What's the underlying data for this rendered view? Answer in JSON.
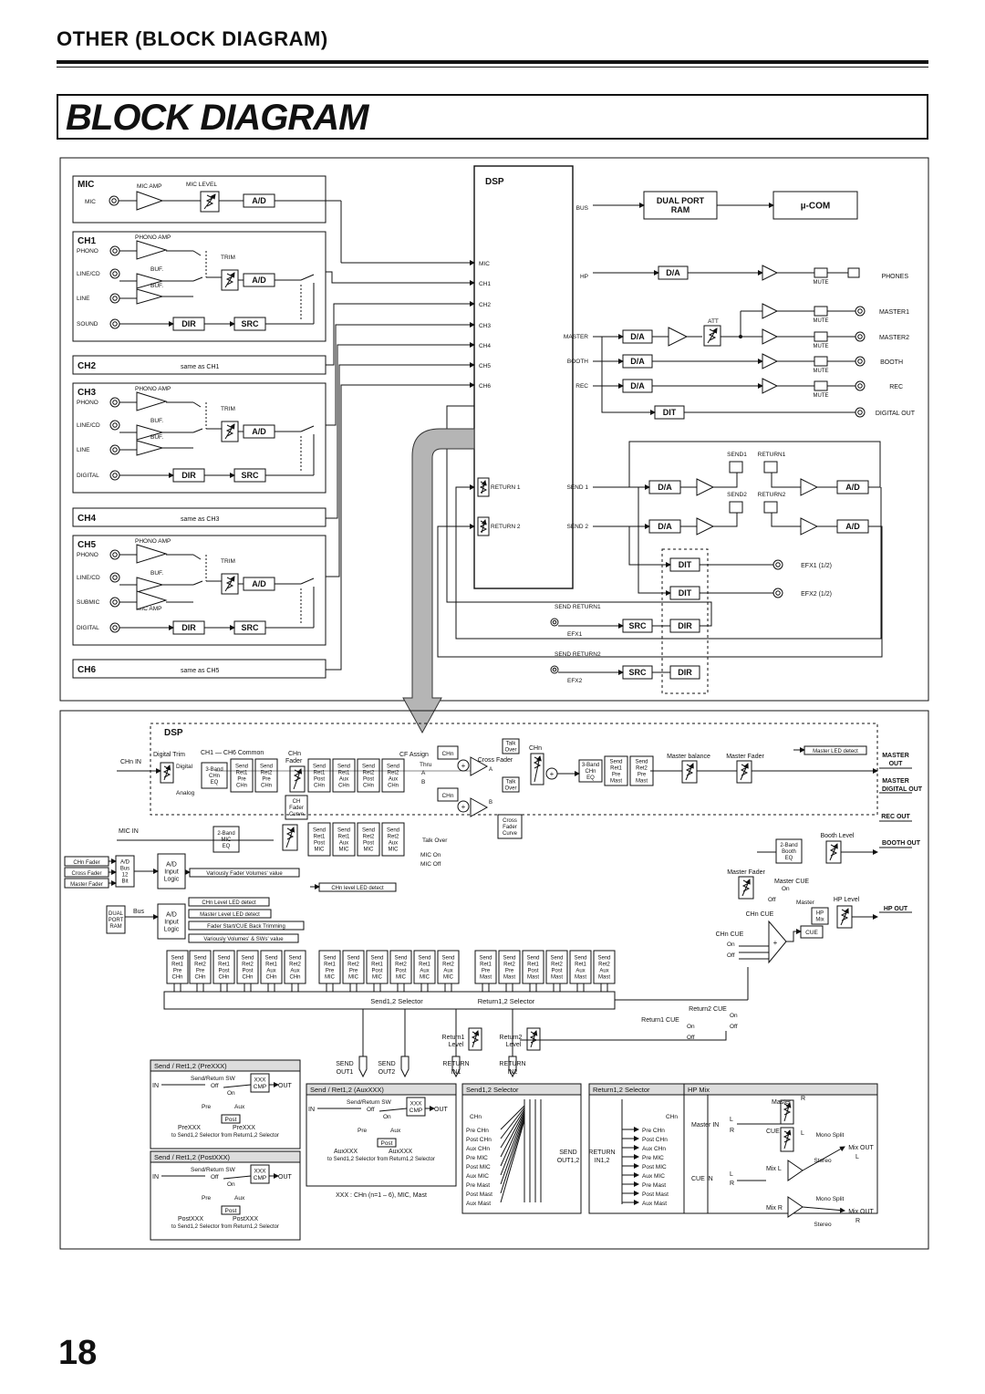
{
  "header": {
    "section": "OTHER (BLOCK DIAGRAM)",
    "title": "BLOCK DIAGRAM"
  },
  "page_number": "18",
  "upper": {
    "dsp": "DSP",
    "dual_port_ram": [
      "DUAL PORT",
      "RAM"
    ],
    "ucom": "µ-COM",
    "mic": {
      "name": "MIC",
      "input": "MIC",
      "amp": "MIC AMP",
      "level": "MIC LEVEL",
      "ad": "A/D"
    },
    "channels": [
      {
        "name": "CH1",
        "phono_amp": "PHONO AMP",
        "inputs": [
          "PHONO",
          "LINE/CD",
          "LINE",
          "SOUND"
        ],
        "buf": "BUF.",
        "trim": "TRIM",
        "ad": "A/D",
        "dir": "DIR",
        "src": "SRC"
      },
      {
        "name": "CH3",
        "phono_amp": "PHONO AMP",
        "inputs": [
          "PHONO",
          "LINE/CD",
          "LINE",
          "DIGITAL"
        ],
        "buf": "BUF.",
        "trim": "TRIM",
        "ad": "A/D",
        "dir": "DIR",
        "src": "SRC"
      },
      {
        "name": "CH5",
        "phono_amp": "PHONO AMP",
        "inputs": [
          "PHONO",
          "LINE/CD",
          "SUBMIC",
          "DIGITAL"
        ],
        "buf": "BUF.",
        "trim": "TRIM",
        "ad": "A/D",
        "dir": "DIR",
        "src": "SRC",
        "mic_amp": "MIC AMP"
      }
    ],
    "same_as": [
      {
        "name": "CH2",
        "text": "same as CH1"
      },
      {
        "name": "CH4",
        "text": "same as CH3"
      },
      {
        "name": "CH6",
        "text": "same as CH5"
      }
    ],
    "dsp_inputs": [
      "MIC",
      "CH1",
      "CH2",
      "CH3",
      "CH4",
      "CH5",
      "CH6"
    ],
    "dsp_outputs": [
      "BUS",
      "HP",
      "MASTER",
      "BOOTH",
      "REC",
      "SEND 1",
      "SEND 2"
    ],
    "dsp_returns": [
      "RETURN 1",
      "RETURN 2"
    ],
    "outputs": {
      "da": "D/A",
      "ad": "A/D",
      "dit": "DIT",
      "src": "SRC",
      "dir": "DIR",
      "att": "ATT",
      "mute": "MUTE",
      "phones": "PHONES",
      "master1": "MASTER1",
      "master2": "MASTER2",
      "booth": "BOOTH",
      "rec": "REC",
      "digital_out": "DIGITAL OUT",
      "send1": "SEND1",
      "return1": "RETURN1",
      "send2": "SEND2",
      "return2": "RETURN2",
      "efx1_12": "EFX1 (1/2)",
      "efx2_12": "EFX2 (1/2)",
      "send_return1": "SEND RETURN1",
      "send_return2": "SEND RETURN2",
      "efx1": "EFX1",
      "efx2": "EFX2"
    }
  },
  "lower": {
    "dsp": "DSP",
    "chn_in": "CHn IN",
    "mic_in": "MIC IN",
    "digital_trim": "Digital Trim",
    "ch_common": "CH1 — CH6 Common",
    "chn": "CHn",
    "fader": "Fader",
    "digital": "Digital",
    "analog": "Analog",
    "band3": [
      "3-Band",
      "CHn",
      "EQ"
    ],
    "band2": [
      "2-Band",
      "MIC",
      "EQ"
    ],
    "send_blocks_top": [
      [
        "Send",
        "Ret1",
        "Pre",
        "CHn"
      ],
      [
        "Send",
        "Ret2",
        "Pre",
        "CHn"
      ],
      [
        "Send",
        "Ret1",
        "Post",
        "CHn"
      ],
      [
        "Send",
        "Ret1",
        "Aux",
        "CHn"
      ],
      [
        "Send",
        "Ret2",
        "Post",
        "CHn"
      ],
      [
        "Send",
        "Ret2",
        "Aux",
        "CHn"
      ]
    ],
    "send_blocks_mic": [
      [
        "Send",
        "Ret1",
        "Post",
        "MIC"
      ],
      [
        "Send",
        "Ret1",
        "Aux",
        "MIC"
      ],
      [
        "Send",
        "Ret2",
        "Post",
        "MIC"
      ],
      [
        "Send",
        "Ret2",
        "Aux",
        "MIC"
      ]
    ],
    "ch_fader_curve": [
      "CH",
      "Fader",
      "Curve"
    ],
    "cross_fader_curve": [
      "Cross",
      "Fader",
      "Curve"
    ],
    "cf_assign": "CF Assign",
    "thru": "Thru",
    "abc": [
      "A",
      "B"
    ],
    "cross_fader": "Cross Fader",
    "talk_over": "Talk Over",
    "talk_over_box": [
      "Talk",
      "Over"
    ],
    "mic_on": "MIC On",
    "mic_off": "MIC Off",
    "master_send_blocks": [
      [
        "3-Band",
        "CHn",
        "EQ"
      ],
      [
        "Send",
        "Ret1",
        "Pre",
        "Mast"
      ],
      [
        "Send",
        "Ret2",
        "Pre",
        "Mast"
      ]
    ],
    "master_balance": "Master balance",
    "master_fader": "Master Fader",
    "master_led": "Master LED detect",
    "right_outputs": [
      "MASTER OUT",
      "MASTER DIGITAL OUT",
      "REC OUT",
      "BOOTH OUT",
      "HP OUT"
    ],
    "booth_level": "Booth Level",
    "band2_booth": [
      "2-Band",
      "Booth",
      "EQ"
    ],
    "master_cue": "Master CUE",
    "on": "On",
    "off": "Off",
    "master": "Master",
    "hp_level": "HP Level",
    "hp_mix": [
      "HP",
      "Mix"
    ],
    "chn_cue": "CHn CUE",
    "cue": "CUE",
    "logic_blocks": [
      {
        "left": [
          "A/D",
          "Bus",
          "12",
          "Bit"
        ],
        "mid": [
          "A/D",
          "Input",
          "Logic"
        ]
      },
      {
        "left": [
          "DUAL",
          "PORT",
          "RAM"
        ],
        "bus": "Bus",
        "mid": [
          "A/D",
          "Input",
          "Logic"
        ]
      }
    ],
    "labels_left": [
      "CHn Fader",
      "Cross Fader",
      "Master Fader"
    ],
    "notes": [
      "Variously Fader Volumes' value",
      "CHn level LED detect",
      "CHn Level LED detect",
      "Master Level LED detect",
      "Fader Start/CUE Back Trimming",
      "Variously Volumes' & SWs' value"
    ],
    "bottom_sends": [
      [
        "Send",
        "Ret1",
        "Pre",
        "CHn"
      ],
      [
        "Send",
        "Ret2",
        "Pre",
        "CHn"
      ],
      [
        "Send",
        "Ret1",
        "Post",
        "CHn"
      ],
      [
        "Send",
        "Ret2",
        "Post",
        "CHn"
      ],
      [
        "Send",
        "Ret1",
        "Aux",
        "CHn"
      ],
      [
        "Send",
        "Ret2",
        "Aux",
        "CHn"
      ],
      [
        "Send",
        "Ret1",
        "Pre",
        "MIC"
      ],
      [
        "Send",
        "Ret2",
        "Pre",
        "MIC"
      ],
      [
        "Send",
        "Ret1",
        "Post",
        "MIC"
      ],
      [
        "Send",
        "Ret2",
        "Post",
        "MIC"
      ],
      [
        "Send",
        "Ret1",
        "Aux",
        "MIC"
      ],
      [
        "Send",
        "Ret2",
        "Aux",
        "MIC"
      ],
      [
        "Send",
        "Ret1",
        "Pre",
        "Mast"
      ],
      [
        "Send",
        "Ret2",
        "Pre",
        "Mast"
      ],
      [
        "Send",
        "Ret1",
        "Post",
        "Mast"
      ],
      [
        "Send",
        "Ret2",
        "Post",
        "Mast"
      ],
      [
        "Send",
        "Ret1",
        "Aux",
        "Mast"
      ],
      [
        "Send",
        "Ret2",
        "Aux",
        "Mast"
      ]
    ],
    "send12_selector": "Send1,2 Selector",
    "return12_selector": "Return1,2 Selector",
    "return1_level": [
      "Return1",
      "Level"
    ],
    "return2_level": [
      "Return2",
      "Level"
    ],
    "return2_cue": "Return2 CUE",
    "return1_cue": "Return1 CUE",
    "send_out1": [
      "SEND",
      "OUT1"
    ],
    "send_out2": [
      "SEND",
      "OUT2"
    ],
    "return_in1": [
      "RETURN",
      "IN1"
    ],
    "return_in2": [
      "RETURN",
      "IN2"
    ],
    "pre_box": {
      "title": "Send / Ret1,2 (PreXXX)",
      "sw": "Send/Return SW",
      "xxx_cmp": [
        "XXX",
        "CMP"
      ],
      "in": "IN",
      "out": "OUT",
      "off": "Off",
      "on": "On",
      "pre": "Pre",
      "aux": "Aux",
      "post": "Post",
      "l": "PreXXX",
      "r": "PreXXX",
      "to": "to Send1,2 Selector from Return1,2 Selector"
    },
    "post_box": {
      "title": "Send / Ret1,2 (PostXXX)",
      "sw": "Send/Return SW",
      "xxx_cmp": [
        "XXX",
        "CMP"
      ],
      "in": "IN",
      "out": "OUT",
      "off": "Off",
      "on": "On",
      "pre": "Pre",
      "aux": "Aux",
      "post": "Post",
      "l": "PostXXX",
      "r": "PostXXX",
      "to": "to Send1,2 Selector from Return1,2 Selector"
    },
    "aux_box": {
      "title": "Send / Ret1,2 (AuxXXX)",
      "sw": "Send/Return SW",
      "xxx_cmp": [
        "XXX",
        "CMP"
      ],
      "in": "IN",
      "out": "OUT",
      "off": "Off",
      "on": "On",
      "pre": "Pre",
      "aux": "Aux",
      "post": "Post",
      "l": "AuxXXX",
      "r": "AuxXXX",
      "to": "to Send1,2 Selector from Return1,2 Selector",
      "note": "XXX : CHn (n=1 – 6), MIC, Mast"
    },
    "send_selector_box": {
      "title": "Send1,2 Selector",
      "chn": "CHn",
      "items": [
        "Pre CHn",
        "Post CHn",
        "Aux CHn",
        "Pre MIC",
        "Post MIC",
        "Aux MIC",
        "Pre Mast",
        "Post Mast",
        "Aux Mast"
      ],
      "send": "SEND",
      "out12": "OUT1,2"
    },
    "return_selector_box": {
      "title": "Return1,2 Selector",
      "chn": "CHn",
      "items": [
        "Pre CHn",
        "Post CHn",
        "Aux CHn",
        "Pre MIC",
        "Post MIC",
        "Aux MIC",
        "Pre Mast",
        "Post Mast",
        "Aux Mast"
      ],
      "ret": "RETURN",
      "in12": "IN1,2"
    },
    "hp_mix_box": {
      "title": "HP Mix",
      "master": "Master",
      "master_in": "Master IN",
      "cue": "CUE",
      "cue_in": "CUE IN",
      "mix_l": "Mix L",
      "mix_r": "Mix R",
      "mono_split": "Mono Split",
      "stereo": "Stereo",
      "mix_out": "Mix OUT",
      "l": "L",
      "r": "R"
    }
  }
}
